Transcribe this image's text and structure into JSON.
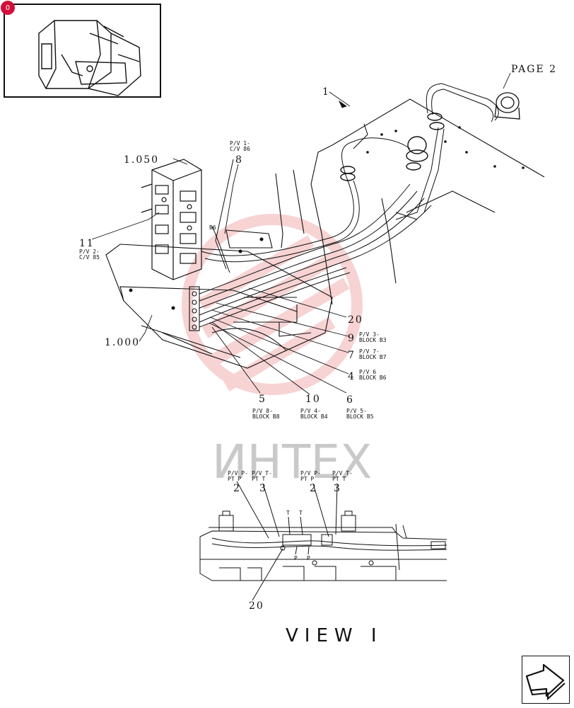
{
  "thumbnail": {
    "badge": "0"
  },
  "callouts": {
    "page_ref": "PAGE 2",
    "view_ref": "1",
    "c1050": "1.050",
    "c1000": "1.000",
    "c8": "8",
    "c11": "11",
    "c20a": "20",
    "c9": "9",
    "c7": "7",
    "c4": "4",
    "c6": "6",
    "c5": "5",
    "c10": "10",
    "v2a": "2",
    "v3a": "3",
    "v2b": "2",
    "v3b": "3",
    "v20": "20"
  },
  "notes": {
    "pv1_l1": "P/V 1-",
    "pv1_l2": "C/V 86",
    "pv2_l1": "P/V 2-",
    "pv2_l2": "C/V 85",
    "pv3_l1": "P/V 3-",
    "pv3_l2": "BLOCK B3",
    "pv7_l1": "P/V 7-",
    "pv7_l2": "BLOCK B7",
    "pv6_l1": "P/V 6",
    "pv6_l2": "BLOCK B6",
    "pv8_l1": "P/V 8-",
    "pv8_l2": "BLOCK B8",
    "pv4_l1": "P/V 4-",
    "pv4_l2": "BLOCK B4",
    "pv5_l1": "P/V 5-",
    "pv5_l2": "BLOCK B5",
    "pvp_a_l1": "P/V P-",
    "pvp_a_l2": "PT P",
    "pvt_a_l1": "P/V T-",
    "pvt_a_l2": "PT T",
    "pvp_b_l1": "P/V P-",
    "pvp_b_l2": "PT P",
    "pvt_b_l1": "P/V T-",
    "pvt_b_l2": "PT T",
    "b6": "B6",
    "t1": "T",
    "t2": "T",
    "p1": "P",
    "p2": "P"
  },
  "view_title": "VIEW I",
  "watermark": "ИНТЕХ"
}
